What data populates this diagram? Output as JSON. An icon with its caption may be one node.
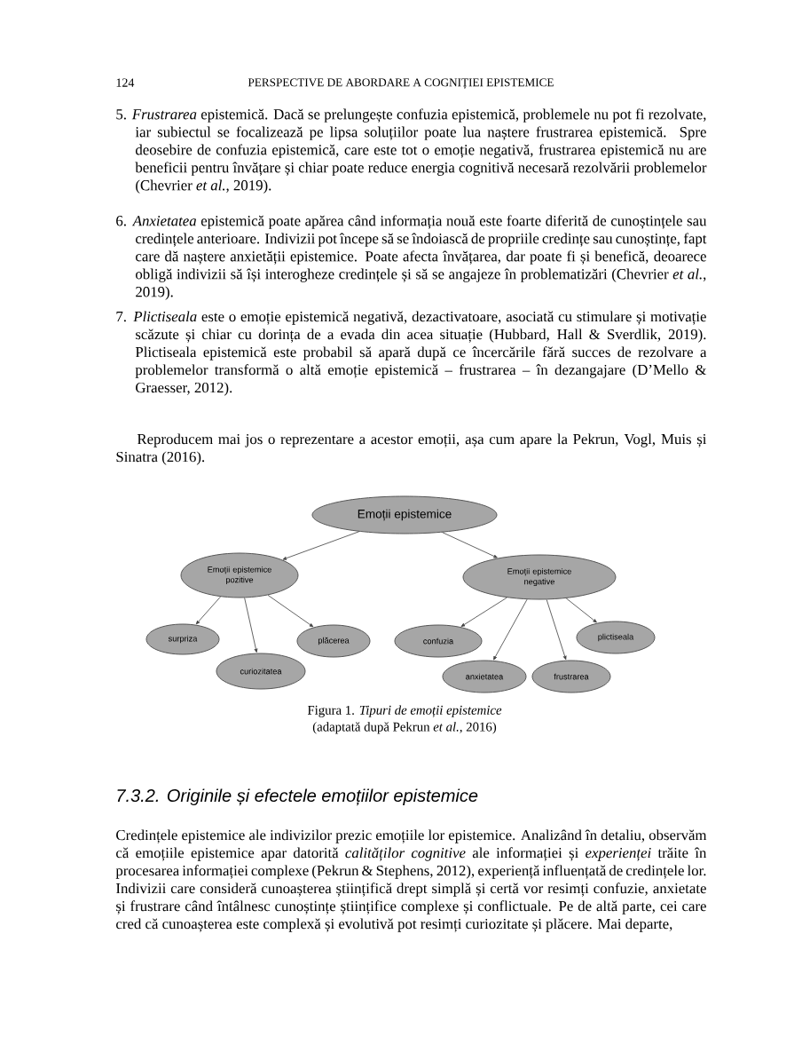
{
  "diagram": {
    "caption": "Figura 1. *Tipuri de emoții epistemice* (adaptată după Pekrun *et al.*, 2016)",
    "nodes": [
      {
        "text": [
          "Emoții epistemice"
        ]
      },
      {
        "text": [
          "Emoții epistemice pozitive"
        ]
      },
      {
        "text": [
          "Emoții epistemice negative"
        ]
      },
      {
        "text": [
          "surpriza"
        ]
      },
      {
        "text": [
          "curiozitatea"
        ]
      },
      {
        "text": [
          "plăcerea"
        ]
      },
      {
        "text": [
          "confuzia"
        ]
      },
      {
        "text": [
          "anxietatea"
        ]
      },
      {
        "text": [
          "frustrarea"
        ]
      },
      {
        "text": [
          "plictiseala"
        ]
      }
    ],
    "edges": [
      {
        "from": 0,
        "to": 1,
        "arrow": "to"
      },
      {
        "from": 0,
        "to": 2,
        "arrow": "to"
      },
      {
        "from": 1,
        "to": 3,
        "arrow": "to"
      },
      {
        "from": 1,
        "to": 4,
        "arrow": "to"
      },
      {
        "from": 1,
        "to": 5,
        "arrow": "to"
      },
      {
        "from": 2,
        "to": 6,
        "arrow": "to"
      },
      {
        "from": 2,
        "to": 7,
        "arrow": "to"
      },
      {
        "from": 2,
        "to": 8,
        "arrow": "to"
      },
      {
        "from": 2,
        "to": 9,
        "arrow": "to"
      }
    ],
    "labels": [
      "124",
      "PERSPECTIVE DE ABORDARE A COGNIȚIEI EPISTEMICE",
      "5. *Frustrarea* epistemică. Dacă se prelungește confuzia epistemică, problemele nu pot fi rezolvate, iar subiectul se focalizează pe lipsa soluțiilor poate lua naștere frustrarea epistemică. Spre deosebire de confuzia epistemică, care este tot o emoție negativă, frustrarea epistemică nu are beneficii pentru învățare și chiar poate reduce energia cognitivă necesară rezolvării problemelor (Chevrier *et al.*, 2019).",
      "6. *Anxietatea* epistemică poate apărea când informația nouă este foarte diferită de cunoștințele sau credințele anterioare. Indivizii pot începe să se îndoiască de propriile credințe sau cunoștințe, fapt care dă naștere anxietății epistemice. Poate afecta învățarea, dar poate fi și benefică, deoarece obligă indivizii să își interogheze credințele și să se angajeze în problematizări (Chevrier *et al.*, 2019).",
      "7. *Plictiseala* este o emoție epistemică negativă, dezactivatoare, asociată cu stimulare și motivație scăzute și chiar cu dorința de a evada din acea situație (Hubbard, Hall & Sverdlik, 2019). Plictiseala epistemică este probabil să apară după ce încercările fără succes de rezolvare a problemelor transformă o altă emoție epistemică – frustrarea – în dezangajare (D’Mello & Graesser, 2012).",
      "Reproducem mai jos o reprezentare a acestor emoții, așa cum apare la Pekrun, Vogl, Muis și Sinatra (2016).",
      "7.3.2. Originile și efectele emoțiilor epistemice",
      "Credințele epistemice ale indivizilor prezic emoțiile lor epistemice. Analizând în detaliu, observăm că emoțiile epistemice apar datorită *calităților cognitive* ale informației și *experienței* trăite în procesarea informației complexe (Pekrun & Stephens, 2012), experiență influențată de credințele lor. Indivizii care consideră cunoașterea științifică drept simplă și certă vor resimți confuzie, anxietate și frustrare când întâlnesc cunoștințe științifice complexe și conflictuale. Pe de altă parte, cei care cred că cunoașterea este complexă și evolutivă pot resimți curiozitate și plăcere. Mai departe,"
    ]
  }
}
